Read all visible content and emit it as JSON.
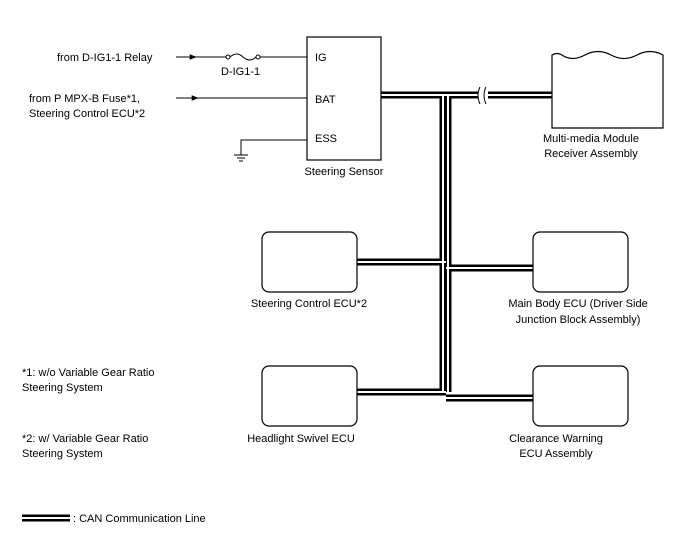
{
  "inputs": {
    "relay_label": "from D-IG1-1 Relay",
    "fuse_label": "D-IG1-1",
    "bat_line1": "from P MPX-B Fuse*1,",
    "bat_line2": "Steering Control ECU*2"
  },
  "sensor": {
    "pin_ig": "IG",
    "pin_bat": "BAT",
    "pin_ess": "ESS",
    "name": "Steering Sensor"
  },
  "ecus": {
    "multimedia_line1": "Multi-media Module",
    "multimedia_line2": "Receiver Assembly",
    "steering_control": "Steering Control ECU*2",
    "main_body_line1": "Main Body ECU (Driver Side",
    "main_body_line2": "Junction Block Assembly)",
    "headlight": "Headlight Swivel ECU",
    "clearance_line1": "Clearance Warning",
    "clearance_line2": "ECU Assembly"
  },
  "notes": {
    "note1_line1": "*1: w/o Variable Gear Ratio",
    "note1_line2": "Steering System",
    "note2_line1": "*2: w/ Variable Gear Ratio",
    "note2_line2": "Steering System"
  },
  "legend": {
    "can_label": ": CAN Communication Line"
  }
}
